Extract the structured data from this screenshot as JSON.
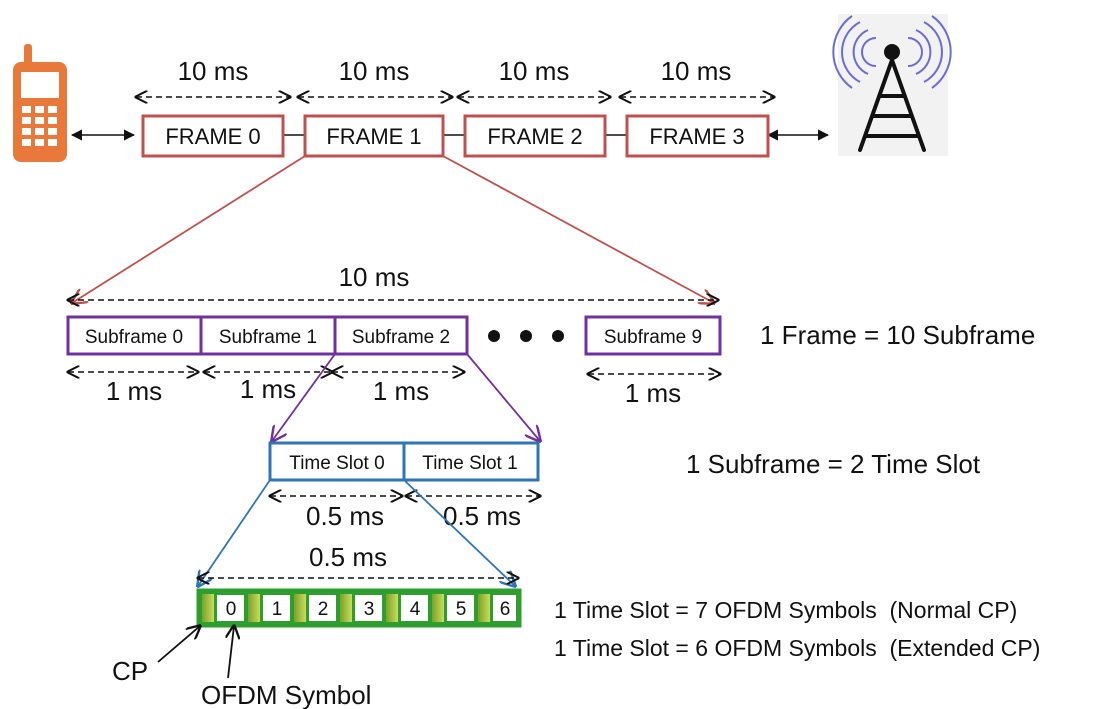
{
  "frames": {
    "durations": [
      "10 ms",
      "10 ms",
      "10 ms",
      "10 ms"
    ],
    "labels": [
      "FRAME 0",
      "FRAME 1",
      "FRAME 2",
      "FRAME 3"
    ]
  },
  "subframes": {
    "total_duration": "10 ms",
    "labels": [
      "Subframe 0",
      "Subframe 1",
      "Subframe 2",
      "Subframe 9"
    ],
    "durations": [
      "1 ms",
      "1 ms",
      "1 ms",
      "1 ms"
    ],
    "equation": "1 Frame = 10 Subframe"
  },
  "slots": {
    "labels": [
      "Time Slot 0",
      "Time Slot 1"
    ],
    "durations": [
      "0.5 ms",
      "0.5 ms"
    ],
    "equation": "1 Subframe = 2 Time Slot"
  },
  "symbols": {
    "total_duration": "0.5 ms",
    "labels": [
      "0",
      "1",
      "2",
      "3",
      "4",
      "5",
      "6"
    ],
    "equation_normal": "1 Time Slot = 7 OFDM Symbols  (Normal CP)",
    "equation_extended": "1 Time Slot = 6 OFDM Symbols  (Extended CP)",
    "cp_label": "CP",
    "symbol_label": "OFDM Symbol"
  },
  "colors": {
    "frame": "#c0504d",
    "subframe": "#7030a0",
    "slot": "#2e75b6",
    "symbol": "#2e9e2e",
    "phone": "#e8793a"
  },
  "icons": [
    "mobile-phone-icon",
    "cell-tower-icon"
  ]
}
